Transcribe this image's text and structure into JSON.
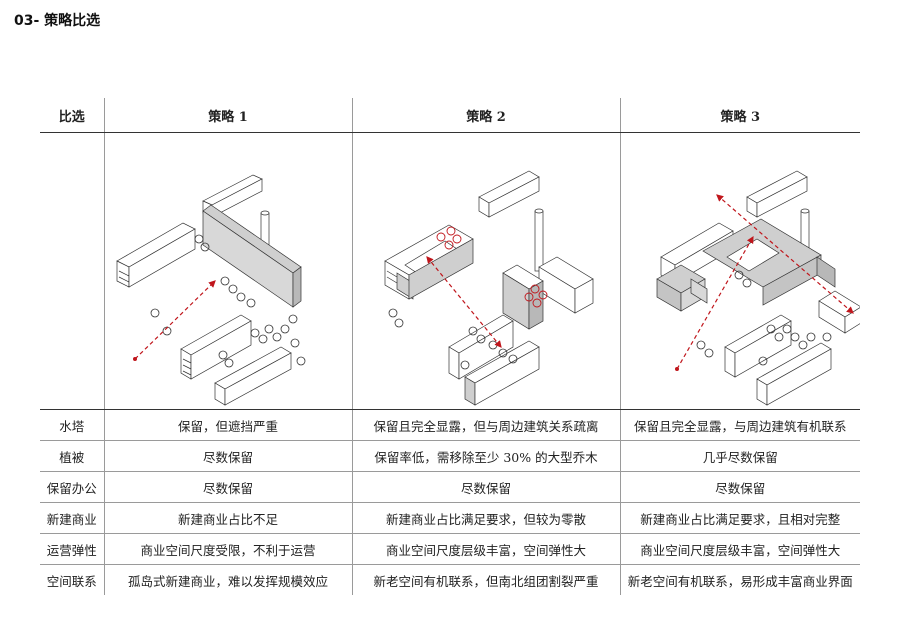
{
  "page": {
    "title": "03- 策略比选"
  },
  "table": {
    "corner_label": "比选",
    "headers": [
      "策略 1",
      "策略 2",
      "策略 3"
    ],
    "rows": [
      {
        "label": "水塔",
        "cells": [
          "保留，但遮挡严重",
          "保留且完全显露，但与周边建筑关系疏离",
          "保留且完全显露，与周边建筑有机联系"
        ]
      },
      {
        "label": "植被",
        "cells": [
          "尽数保留",
          "保留率低，需移除至少 30% 的大型乔木",
          "几乎尽数保留"
        ]
      },
      {
        "label": "保留办公",
        "cells": [
          "尽数保留",
          "尽数保留",
          "尽数保留"
        ]
      },
      {
        "label": "新建商业",
        "cells": [
          "新建商业占比不足",
          "新建商业占比满足要求，但较为零散",
          "新建商业占比满足要求，且相对完整"
        ]
      },
      {
        "label": "运营弹性",
        "cells": [
          "商业空间尺度受限，不利于运营",
          "商业空间尺度层级丰富，空间弹性大",
          "商业空间尺度层级丰富，空间弹性大"
        ]
      },
      {
        "label": "空间联系",
        "cells": [
          "孤岛式新建商业，难以发挥规模效应",
          "新老空间有机联系，但南北组团割裂严重",
          "新老空间有机联系，易形成丰富商业界面"
        ]
      }
    ]
  },
  "colors": {
    "new_building": "#cfcfcf",
    "arrow": "#c0161c",
    "line": "#333333"
  }
}
